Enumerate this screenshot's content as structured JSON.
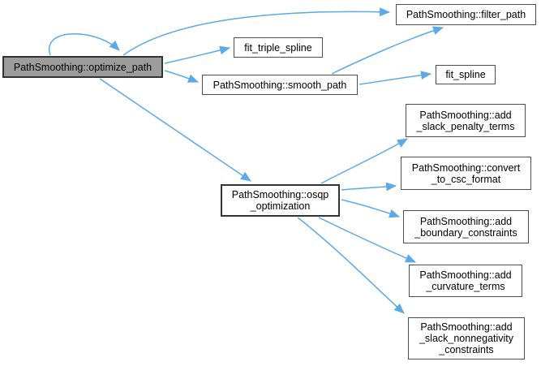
{
  "diagram": {
    "type": "call-graph",
    "colors": {
      "edge": "#5aa9e8",
      "node_fill": "#ffffff",
      "node_border": "#4d4d4d",
      "highlight_fill": "#9c9c9c",
      "highlight_border": "#333333",
      "emphasis_border": "#333333",
      "text": "#000000",
      "background": "#ffffff"
    },
    "nodes": [
      {
        "id": "optimize_path",
        "label": "PathSmoothing::optimize_path",
        "highlighted": true
      },
      {
        "id": "fit_triple_spline",
        "label": "fit_triple_spline"
      },
      {
        "id": "smooth_path",
        "label": "PathSmoothing::smooth_path"
      },
      {
        "id": "filter_path",
        "label": "PathSmoothing::filter_path"
      },
      {
        "id": "fit_spline",
        "label": "fit_spline"
      },
      {
        "id": "osqp_optimization",
        "label": "PathSmoothing::osqp\n_optimization"
      },
      {
        "id": "add_slack_penalty_terms",
        "label": "PathSmoothing::add\n_slack_penalty_terms"
      },
      {
        "id": "convert_to_csc_format",
        "label": "PathSmoothing::convert\n_to_csc_format"
      },
      {
        "id": "add_boundary_constraints",
        "label": "PathSmoothing::add\n_boundary_constraints"
      },
      {
        "id": "add_curvature_terms",
        "label": "PathSmoothing::add\n_curvature_terms"
      },
      {
        "id": "add_slack_nonnegativity_constraints",
        "label": "PathSmoothing::add\n_slack_nonnegativity\n_constraints"
      }
    ],
    "edges": [
      {
        "from": "optimize_path",
        "to": "optimize_path"
      },
      {
        "from": "optimize_path",
        "to": "filter_path"
      },
      {
        "from": "optimize_path",
        "to": "fit_triple_spline"
      },
      {
        "from": "optimize_path",
        "to": "smooth_path"
      },
      {
        "from": "optimize_path",
        "to": "osqp_optimization"
      },
      {
        "from": "smooth_path",
        "to": "filter_path"
      },
      {
        "from": "smooth_path",
        "to": "fit_spline"
      },
      {
        "from": "osqp_optimization",
        "to": "add_slack_penalty_terms"
      },
      {
        "from": "osqp_optimization",
        "to": "convert_to_csc_format"
      },
      {
        "from": "osqp_optimization",
        "to": "add_boundary_constraints"
      },
      {
        "from": "osqp_optimization",
        "to": "add_curvature_terms"
      },
      {
        "from": "osqp_optimization",
        "to": "add_slack_nonnegativity_constraints"
      }
    ]
  }
}
